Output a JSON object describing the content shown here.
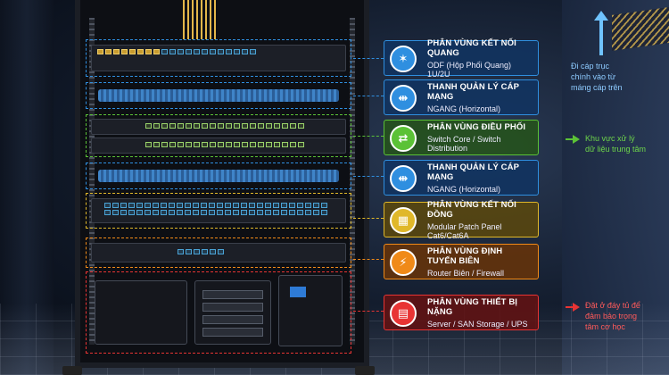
{
  "colors": {
    "blue": "#2f8fe0",
    "green": "#5bc236",
    "yellow": "#e0b82a",
    "orange": "#f08a18",
    "red": "#e83434"
  },
  "zones": [
    {
      "title": "PHÂN VÙNG KẾT NỐI QUANG",
      "subtitle": "ODF (Hộp Phối Quang) 1U/2U",
      "icon": "fiber-icon",
      "glyph": "✶"
    },
    {
      "title": "THANH QUẢN LÝ CÁP MẠNG",
      "subtitle": "NGANG (Horizontal)",
      "icon": "cable-manager-icon",
      "glyph": "⇹"
    },
    {
      "title": "PHÂN VÙNG ĐIỀU PHỐI",
      "subtitle": "Switch Core / Switch Distribution",
      "icon": "switch-icon",
      "glyph": "⇄"
    },
    {
      "title": "THANH QUẢN LÝ CÁP MẠNG",
      "subtitle": "NGANG (Horizontal)",
      "icon": "cable-manager-icon",
      "glyph": "⇹"
    },
    {
      "title": "PHÂN VÙNG KẾT NỐI ĐỒNG",
      "subtitle": "Modular Patch Panel Cat6/Cat6A",
      "icon": "patch-panel-icon",
      "glyph": "▦"
    },
    {
      "title": "PHÂN VÙNG ĐỊNH TUYẾN BIÊN",
      "subtitle": "Router Biên / Firewall",
      "icon": "firewall-shield-icon",
      "glyph": "⚡"
    },
    {
      "title": "PHÂN VÙNG THIẾT BỊ NẶNG",
      "subtitle": "Server / SAN Storage / UPS",
      "icon": "server-storage-icon",
      "glyph": "▤"
    }
  ],
  "notes": {
    "top": "Đi cáp trục\nchính vào từ\nmáng cáp trên",
    "middle": "Khu vực xử lý\ndữ liệu trung tâm",
    "bottom": "Đặt ở đáy tủ để\nđảm bảo trọng\ntâm cơ học"
  }
}
